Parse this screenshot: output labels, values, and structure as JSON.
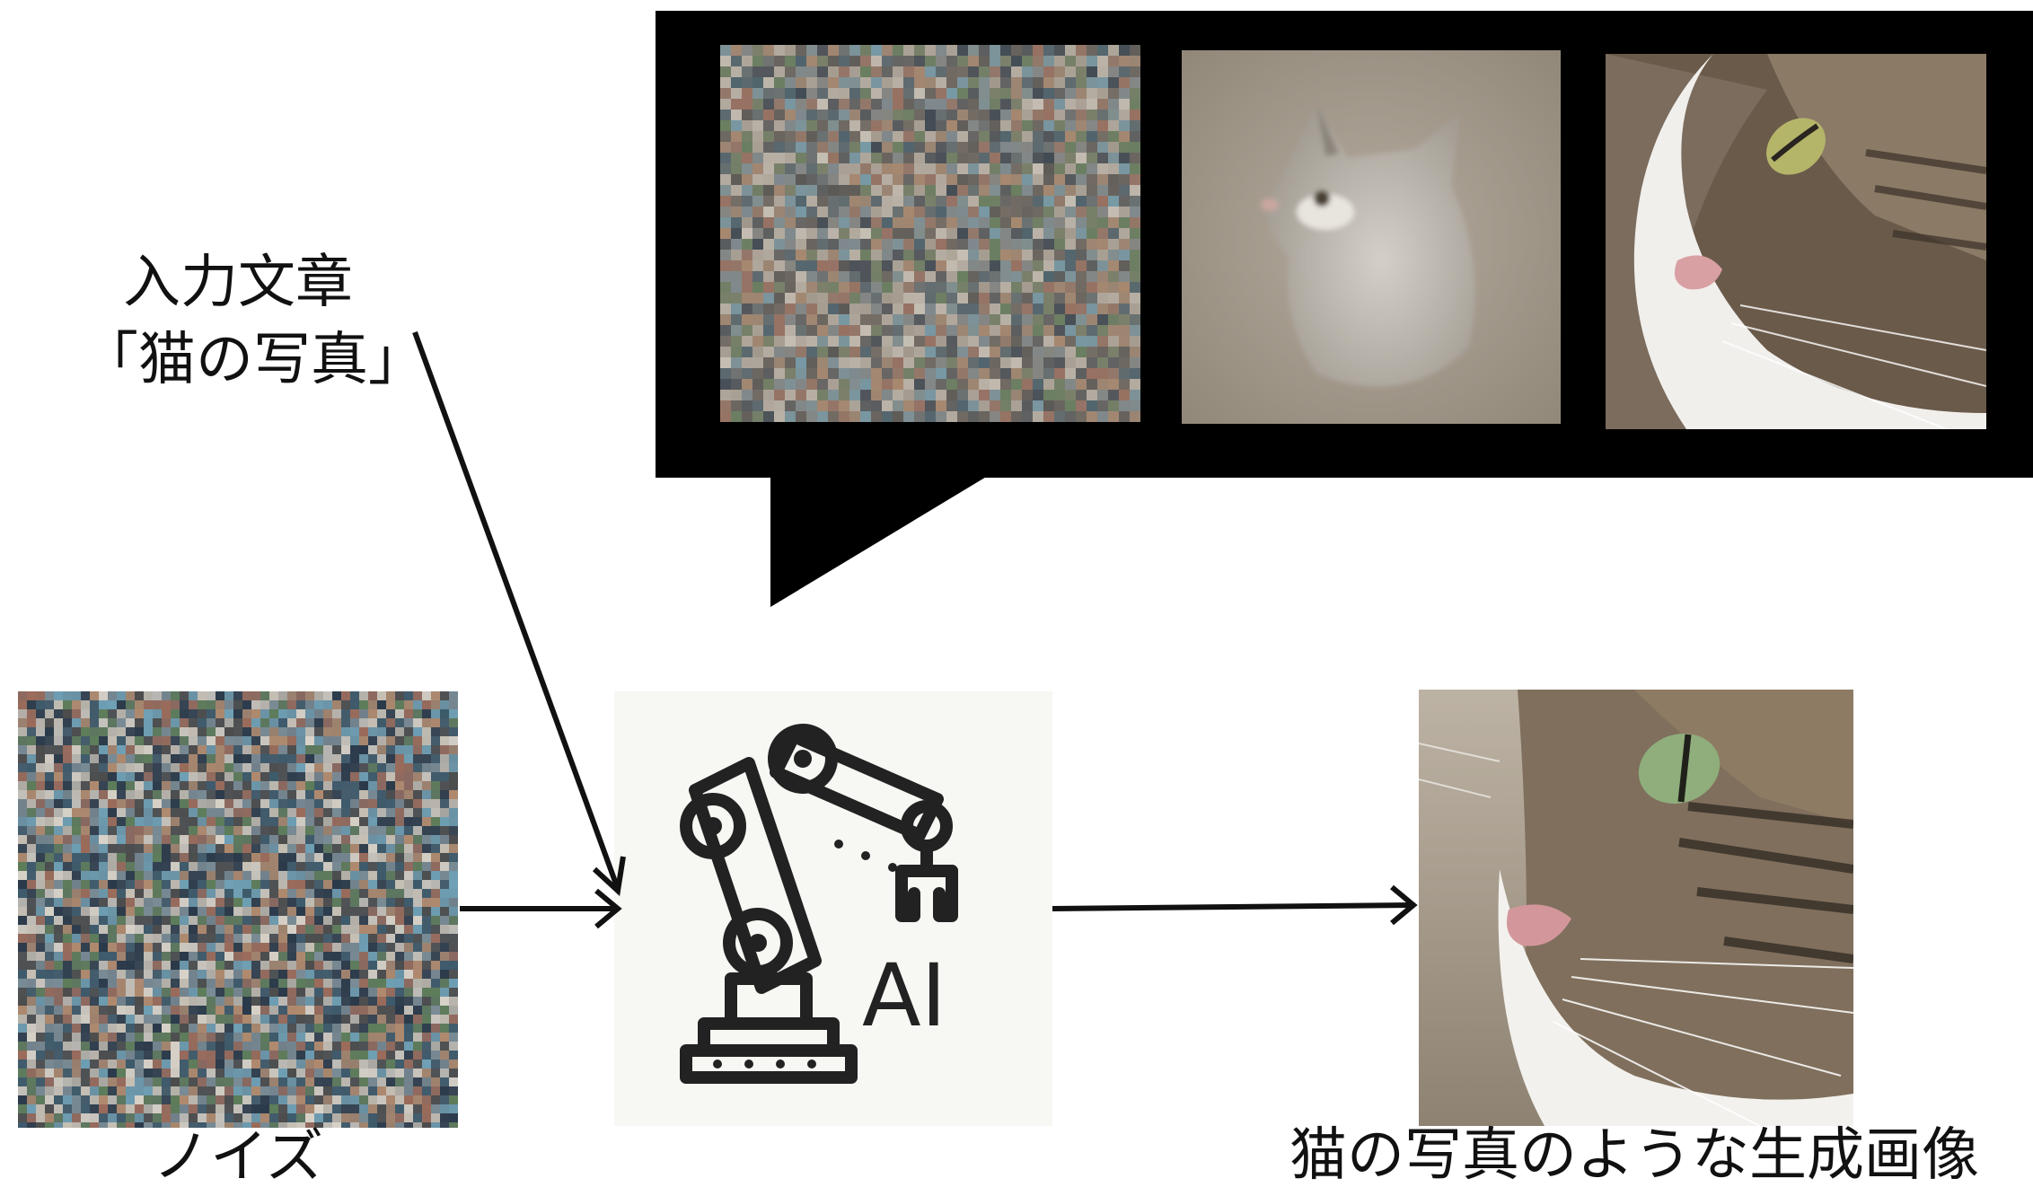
{
  "labels": {
    "input_text_line1": "入力文章",
    "input_text_line2": "「猫の写真」",
    "noise": "ノイズ",
    "ai_text": "AI",
    "output": "猫の写真のような生成画像"
  },
  "icons": {
    "ai_panel": "robot-arm-icon",
    "noise_image": "noise-image",
    "output_image": "cat-photo",
    "bubble_frames": [
      "noisy-frame",
      "blurry-cat-frame",
      "sharp-cat-frame"
    ]
  },
  "colors": {
    "ink": "#111111",
    "bubble": "#000000",
    "ai_panel_bg": "#f7f7f3",
    "cat_brown": "#8c7a64",
    "cat_grey": "#aaa39a",
    "noise_palette": [
      "#3d5a6b",
      "#7a8c96",
      "#b08a6e",
      "#5e7d5a",
      "#c7c0b5",
      "#2b3a4a",
      "#9b6b5b",
      "#6fa0b5",
      "#d8d2c8",
      "#4c4c4c"
    ]
  }
}
